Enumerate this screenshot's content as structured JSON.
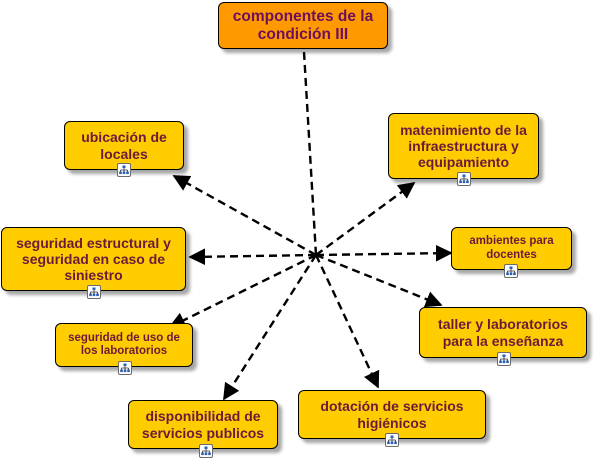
{
  "root": {
    "label": "componentes de la condición III",
    "color": "#ff9900",
    "text_color": "#6b0f5e"
  },
  "concepts": [
    {
      "id": "ubicacion",
      "label": "ubicación de locales"
    },
    {
      "id": "mantenimiento",
      "label": "matenimiento de la infraestructura y equipamiento"
    },
    {
      "id": "seguridad-estructural",
      "label": "seguridad estructural y seguridad en caso de siniestro"
    },
    {
      "id": "ambientes",
      "label": "ambientes para docentes"
    },
    {
      "id": "seguridad-uso",
      "label": "seguridad de uso de los laboratorios"
    },
    {
      "id": "taller",
      "label": "taller y laboratorios para la enseñanza"
    },
    {
      "id": "disponibilidad",
      "label": "disponibilidad de servicios publicos"
    },
    {
      "id": "dotacion",
      "label": "dotación de servicios higiénicos"
    }
  ],
  "colors": {
    "leaf": "#ffcc00",
    "leaf_text": "#6b1a3a",
    "connector": "#000000"
  },
  "icons": {
    "concept_link": "linked-map-icon"
  }
}
